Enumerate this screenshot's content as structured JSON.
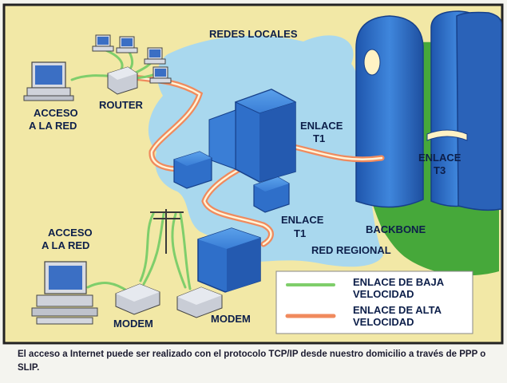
{
  "labels": {
    "redes_locales": "REDES LOCALES",
    "acceso_red_top_1": "ACCESO",
    "acceso_red_top_2": "A LA RED",
    "router": "ROUTER",
    "enlace_t1_top_1": "ENLACE",
    "enlace_t1_top_2": "T1",
    "enlace_t3_1": "ENLACE",
    "enlace_t3_2": "T3",
    "enlace_t1_mid_1": "ENLACE",
    "enlace_t1_mid_2": "T1",
    "backbone": "BACKBONE",
    "red_regional": "RED REGIONAL",
    "acceso_red_bottom_1": "ACCESO",
    "acceso_red_bottom_2": "A LA RED",
    "modem_left": "MODEM",
    "modem_right": "MODEM"
  },
  "legend": {
    "low_speed_1": "ENLACE DE BAJA",
    "low_speed_2": "VELOCIDAD",
    "high_speed_1": "ENLACE DE ALTA",
    "high_speed_2": "VELOCIDAD"
  },
  "caption": "El acceso a Internet puede ser realizado con el protocolo TCP/IP desde nuestro domicilio a través de PPP o SLIP.",
  "colors": {
    "page_bg": "#f4f4ef",
    "frame_bg": "#f2e8a6",
    "regional_cloud": "#a9d8ee",
    "backbone_green": "#46a83a",
    "server_blue": "#2f6fc9",
    "low_speed_link": "#7fce6b",
    "high_speed_link": "#f08a5d"
  }
}
